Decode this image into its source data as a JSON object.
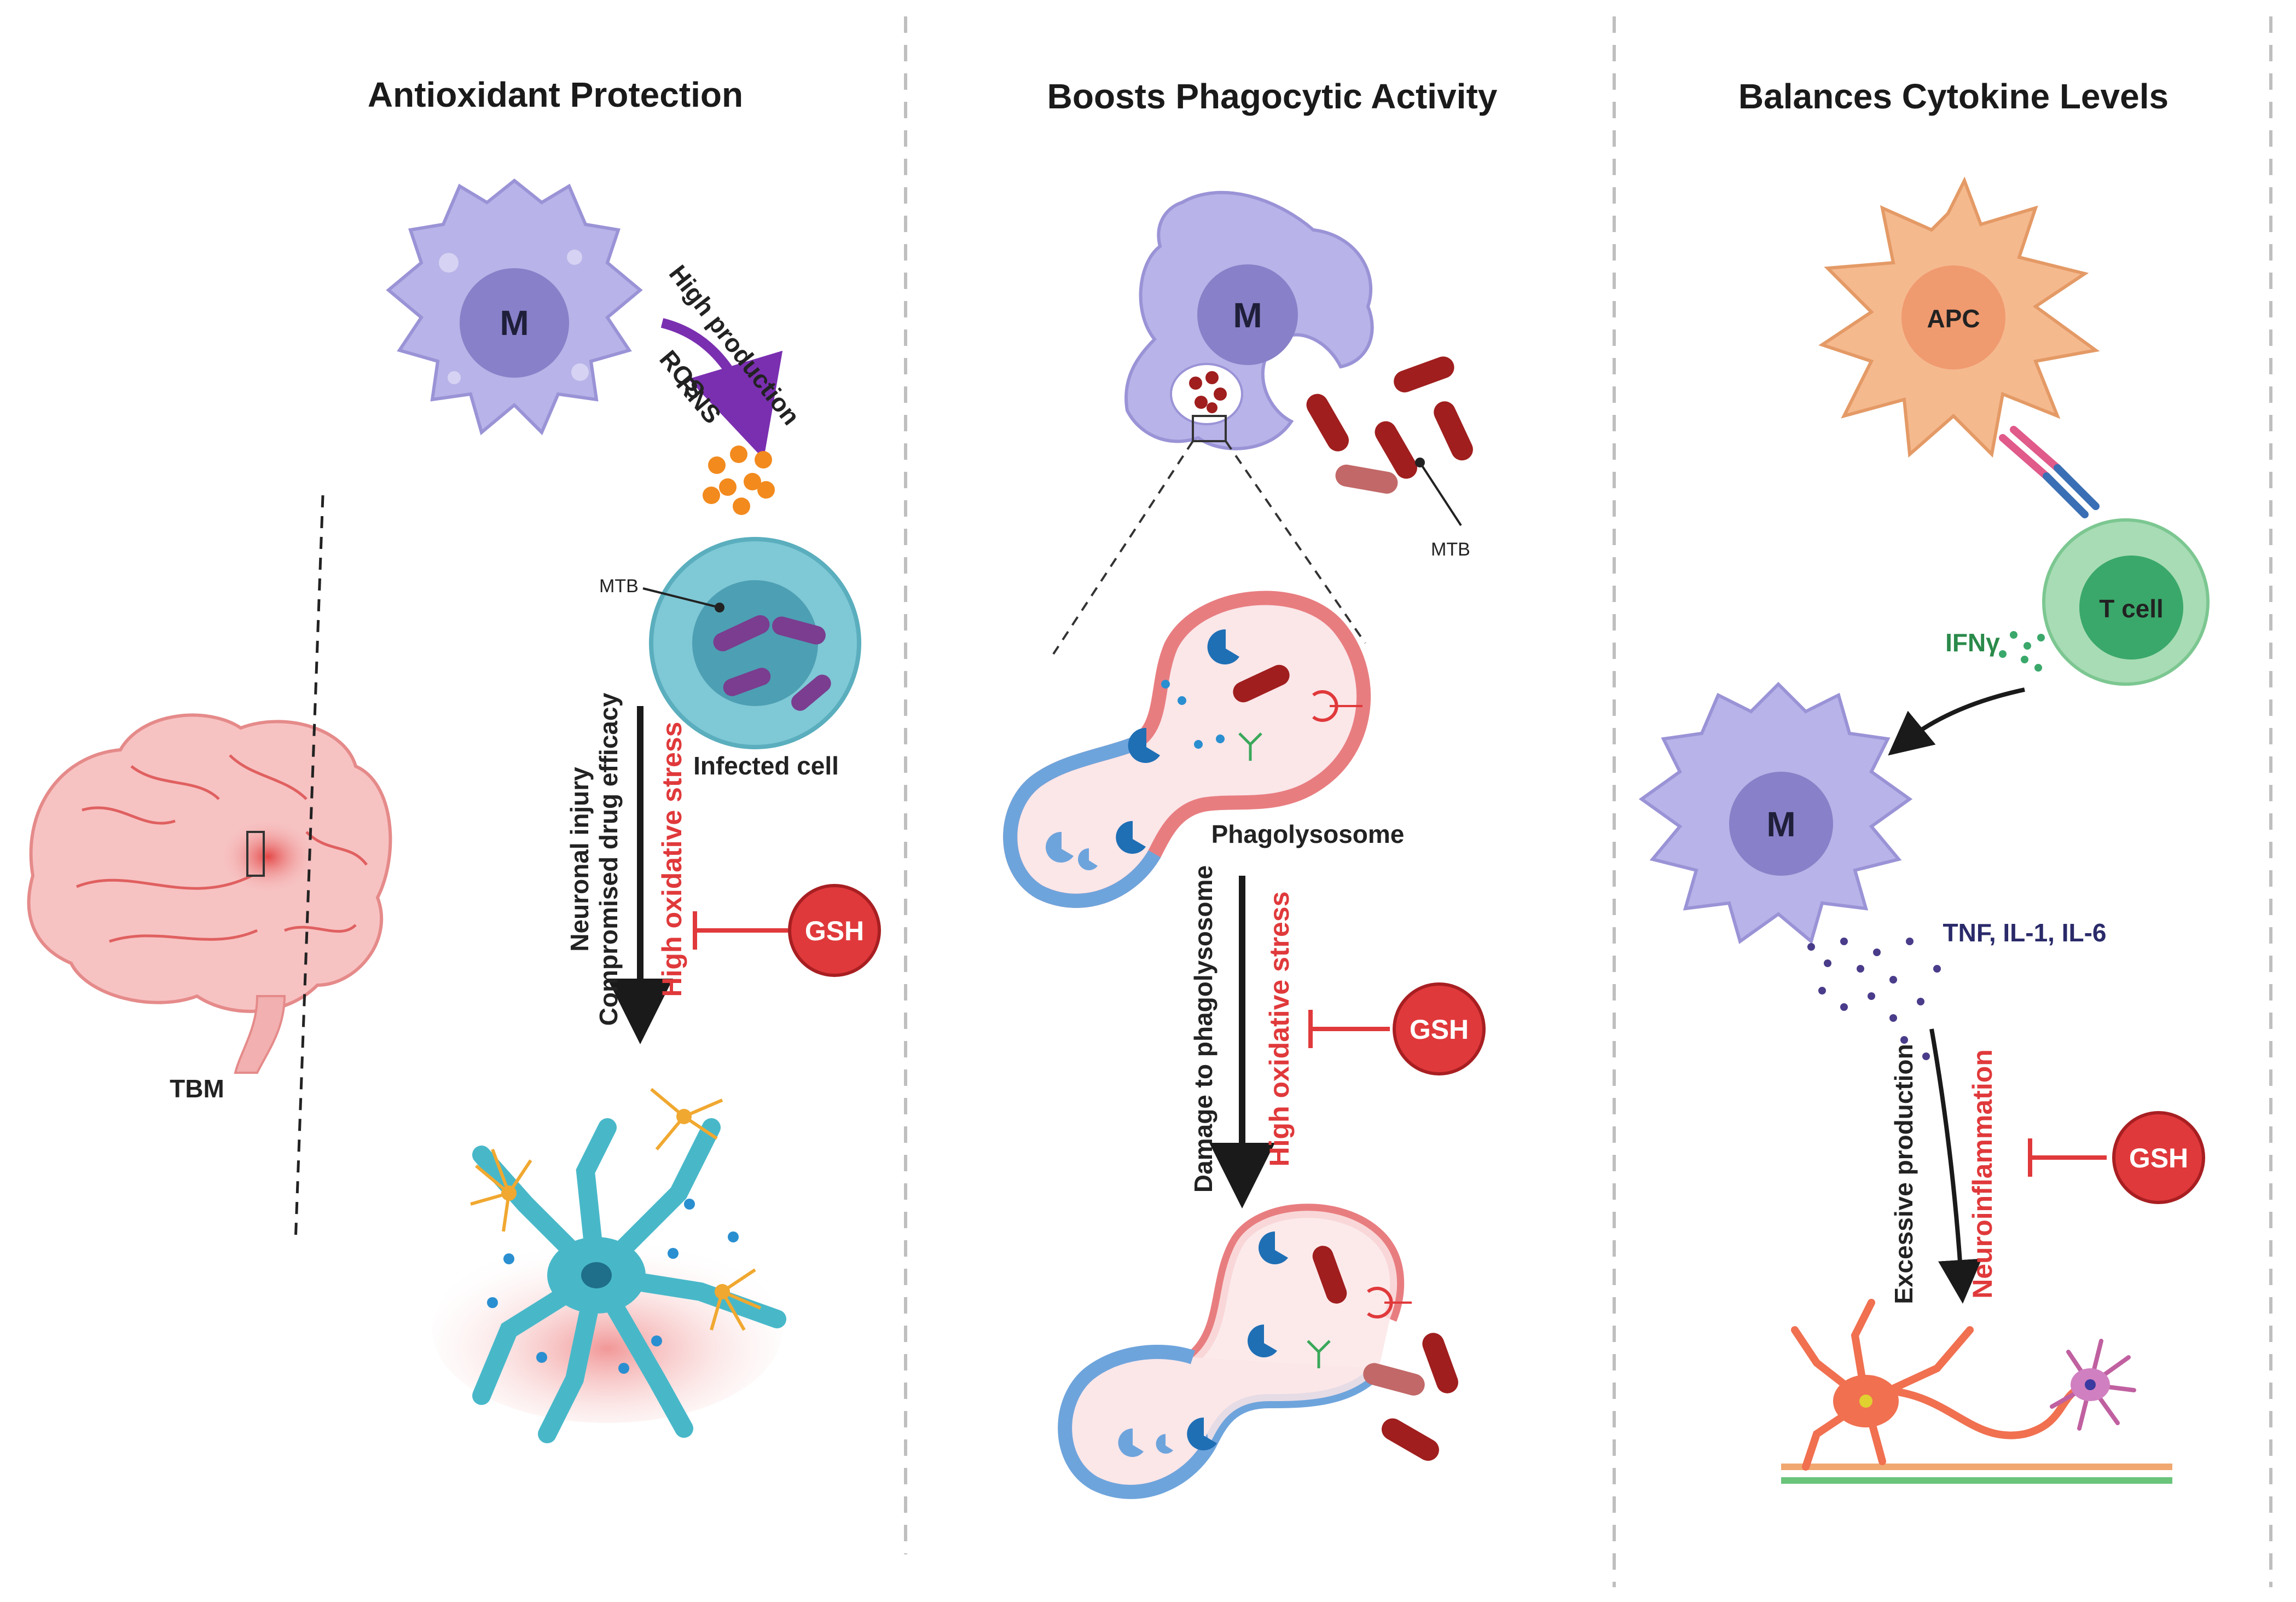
{
  "panels": {
    "left": {
      "title": "Antioxidant Protection",
      "macrophage_label": "M",
      "ros_label": "ROS",
      "rns_label": "RNS",
      "production_label": "High production",
      "mtb_label": "MTB",
      "infected_cell_label": "Infected cell",
      "injury_label": "Neuronal injury",
      "drug_label": "Compromised drug efficacy",
      "stress_label": "High oxidative stress",
      "gsh_label": "GSH",
      "brain_label": "TBM"
    },
    "middle": {
      "title": "Boosts Phagocytic Activity",
      "macrophage_label": "M",
      "mtb_label": "MTB",
      "phagolysosome_label": "Phagolysosome",
      "damage_label": "Damage to phagolysosome",
      "stress_label": "High oxidative stress",
      "gsh_label": "GSH"
    },
    "right": {
      "title": "Balances Cytokine Levels",
      "apc_label": "APC",
      "tcell_label": "T cell",
      "ifn_label": "IFNγ",
      "macrophage_label": "M",
      "cytokines_label": "TNF, IL-1, IL-6",
      "excess_label": "Excessive production",
      "neuro_label": "Neuroinflammation",
      "gsh_label": "GSH"
    }
  },
  "colors": {
    "macrophage": "#b8b3e8",
    "nucleus": "#8880c8",
    "infected_cell": "#7fc8d6",
    "bacteria": "#8b1a1a",
    "gsh": "#e0393b",
    "apc": "#f5b98e",
    "tcell": "#8fd3a8",
    "divider": "#bfbfbf",
    "arrow": "#1a1a1a"
  }
}
